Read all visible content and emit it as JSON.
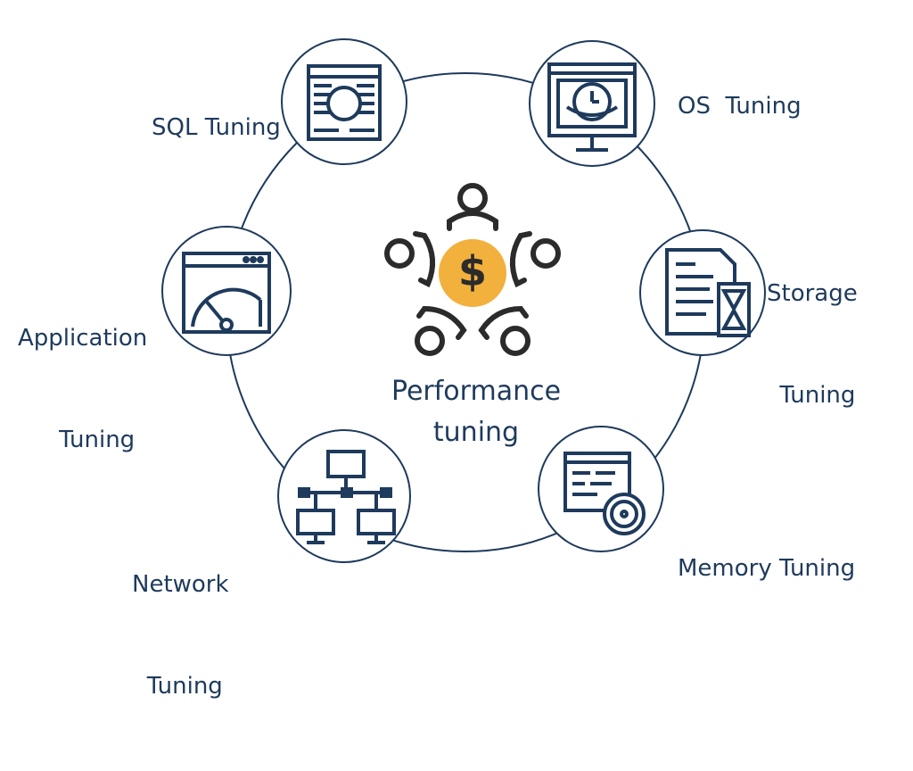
{
  "center": {
    "label_line1": "Performance",
    "label_line2": "tuning",
    "icon": "team-money-icon",
    "accent": "#f2b03d"
  },
  "nodes": [
    {
      "id": "sql",
      "label_line1": "SQL Tuning",
      "label_line2": "",
      "icon": "sql-table-icon"
    },
    {
      "id": "os",
      "label_line1": "OS  Tuning",
      "label_line2": "",
      "icon": "os-monitor-clock-icon"
    },
    {
      "id": "storage",
      "label_line1": "Storage",
      "label_line2": "Tuning",
      "icon": "storage-document-hourglass-icon"
    },
    {
      "id": "memory",
      "label_line1": "Memory Tuning",
      "label_line2": "",
      "icon": "memory-window-disk-icon"
    },
    {
      "id": "network",
      "label_line1": "Network",
      "label_line2": "Tuning",
      "icon": "network-computers-icon"
    },
    {
      "id": "application",
      "label_line1": "Application",
      "label_line2": "Tuning",
      "icon": "application-gauge-icon"
    }
  ],
  "colors": {
    "stroke": "#1e3a5c",
    "icon_dark": "#2b2b2b",
    "accent": "#f2b03d"
  }
}
